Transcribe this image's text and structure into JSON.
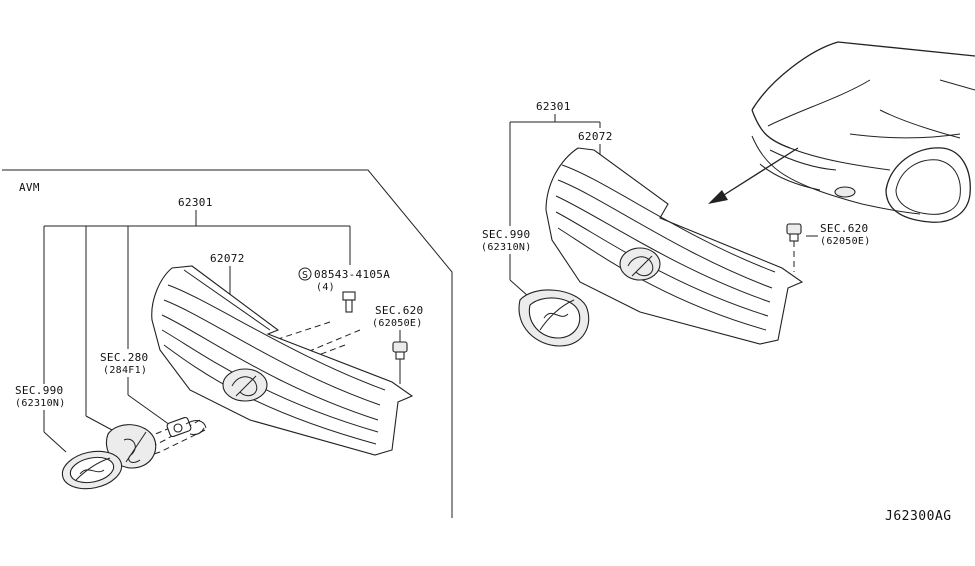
{
  "diagram_id": "J62300AG",
  "left_panel": {
    "title": "AVM",
    "callouts": {
      "grille_assy": "62301",
      "grille_sub": "62072",
      "screw_code": "08543-4105A",
      "screw_qty": "(4)",
      "sec620": "SEC.620",
      "sec620_sub": "(62050E)",
      "sec280": "SEC.280",
      "sec280_sub": "(284F1)",
      "sec990": "SEC.990",
      "sec990_sub": "(62310N)"
    }
  },
  "right_panel": {
    "callouts": {
      "grille_assy": "62301",
      "grille_sub": "62072",
      "sec990": "SEC.990",
      "sec990_sub": "(62310N)",
      "sec620": "SEC.620",
      "sec620_sub": "(62050E)"
    }
  }
}
